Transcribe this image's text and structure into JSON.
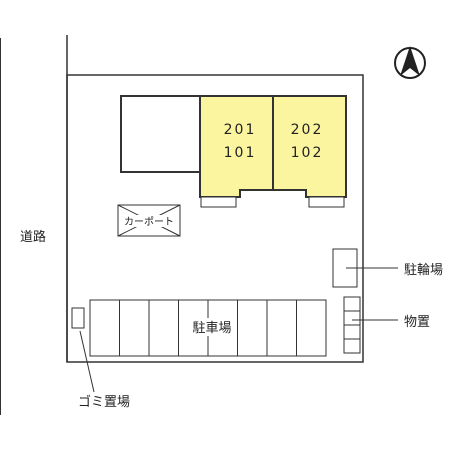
{
  "road_label": "道路",
  "units": {
    "upper": [
      "201",
      "202"
    ],
    "lower": [
      "101",
      "102"
    ]
  },
  "carport_label": "カーポート",
  "parking_label": "駐車場",
  "parking_spaces": 8,
  "bike_parking_label": "駐輪場",
  "storage_label": "物置",
  "garbage_label": "ゴミ置場",
  "colors": {
    "unit_fill": "#fbf59f",
    "line": "#333333",
    "background": "#ffffff"
  }
}
